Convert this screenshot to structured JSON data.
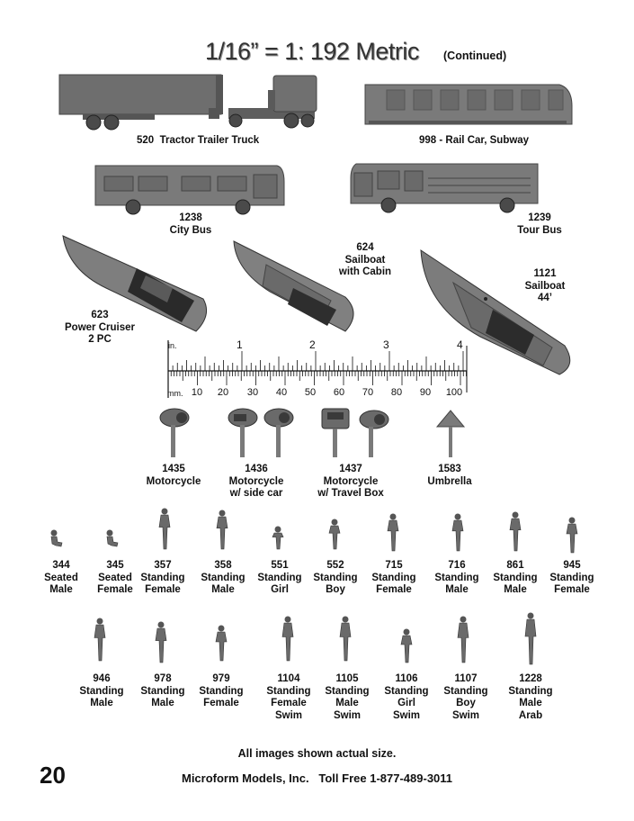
{
  "header": {
    "title": "1/16” = 1: 192 Metric",
    "subtitle": "(Continued)"
  },
  "vehicles": [
    {
      "number": "520",
      "name": "Tractor Trailer Truck",
      "label": "520  Tractor Trailer Truck"
    },
    {
      "number": "998",
      "name": "Rail Car, Subway",
      "label": "998 - Rail Car, Subway"
    },
    {
      "number": "1238",
      "name": "City Bus",
      "label": "1238\nCity Bus"
    },
    {
      "number": "1239",
      "name": "Tour Bus",
      "label": "1239\nTour Bus"
    }
  ],
  "boats": [
    {
      "number": "623",
      "label": "623\nPower Cruiser\n2 PC"
    },
    {
      "number": "624",
      "label": "624\nSailboat\nwith Cabin"
    },
    {
      "number": "1121",
      "label": "1121\nSailboat\n44’"
    }
  ],
  "ruler": {
    "unit_in": "in.",
    "inch_labels": [
      "1",
      "2",
      "3",
      "4"
    ],
    "unit_mm": "mm.",
    "mm_labels": [
      "10",
      "20",
      "30",
      "40",
      "50",
      "60",
      "70",
      "80",
      "90",
      "100"
    ]
  },
  "accessories": [
    {
      "number": "1435",
      "label": "1435\nMotorcycle"
    },
    {
      "number": "1436",
      "label": "1436\nMotorcycle\nw/ side car"
    },
    {
      "number": "1437",
      "label": "1437\nMotorcycle\nw/ Travel Box"
    },
    {
      "number": "1583",
      "label": "1583\nUmbrella"
    }
  ],
  "figures_row1": [
    {
      "label": "344\nSeated\nMale"
    },
    {
      "label": "345\nSeated\nFemale"
    },
    {
      "label": "357\nStanding\nFemale"
    },
    {
      "label": "358\nStanding\nMale"
    },
    {
      "label": "551\nStanding\nGirl"
    },
    {
      "label": "552\nStanding\nBoy"
    },
    {
      "label": "715\nStanding\nFemale"
    },
    {
      "label": "716\nStanding\nMale"
    },
    {
      "label": "861\nStanding\nMale"
    },
    {
      "label": "945\nStanding\nFemale"
    }
  ],
  "figures_row2": [
    {
      "label": "946\nStanding\nMale"
    },
    {
      "label": "978\nStanding\nMale"
    },
    {
      "label": "979\nStanding\nFemale"
    },
    {
      "label": "1104\nStanding\nFemale\nSwim"
    },
    {
      "label": "1105\nStanding\nMale\nSwim"
    },
    {
      "label": "1106\nStanding\nGirl\nSwim"
    },
    {
      "label": "1107\nStanding\nBoy\nSwim"
    },
    {
      "label": "1228\nStanding\nMale\nArab"
    }
  ],
  "footnote": "All images shown actual size.",
  "page_number": "20",
  "footer": "Microform Models, Inc.   Toll Free 1-877-489-3011"
}
